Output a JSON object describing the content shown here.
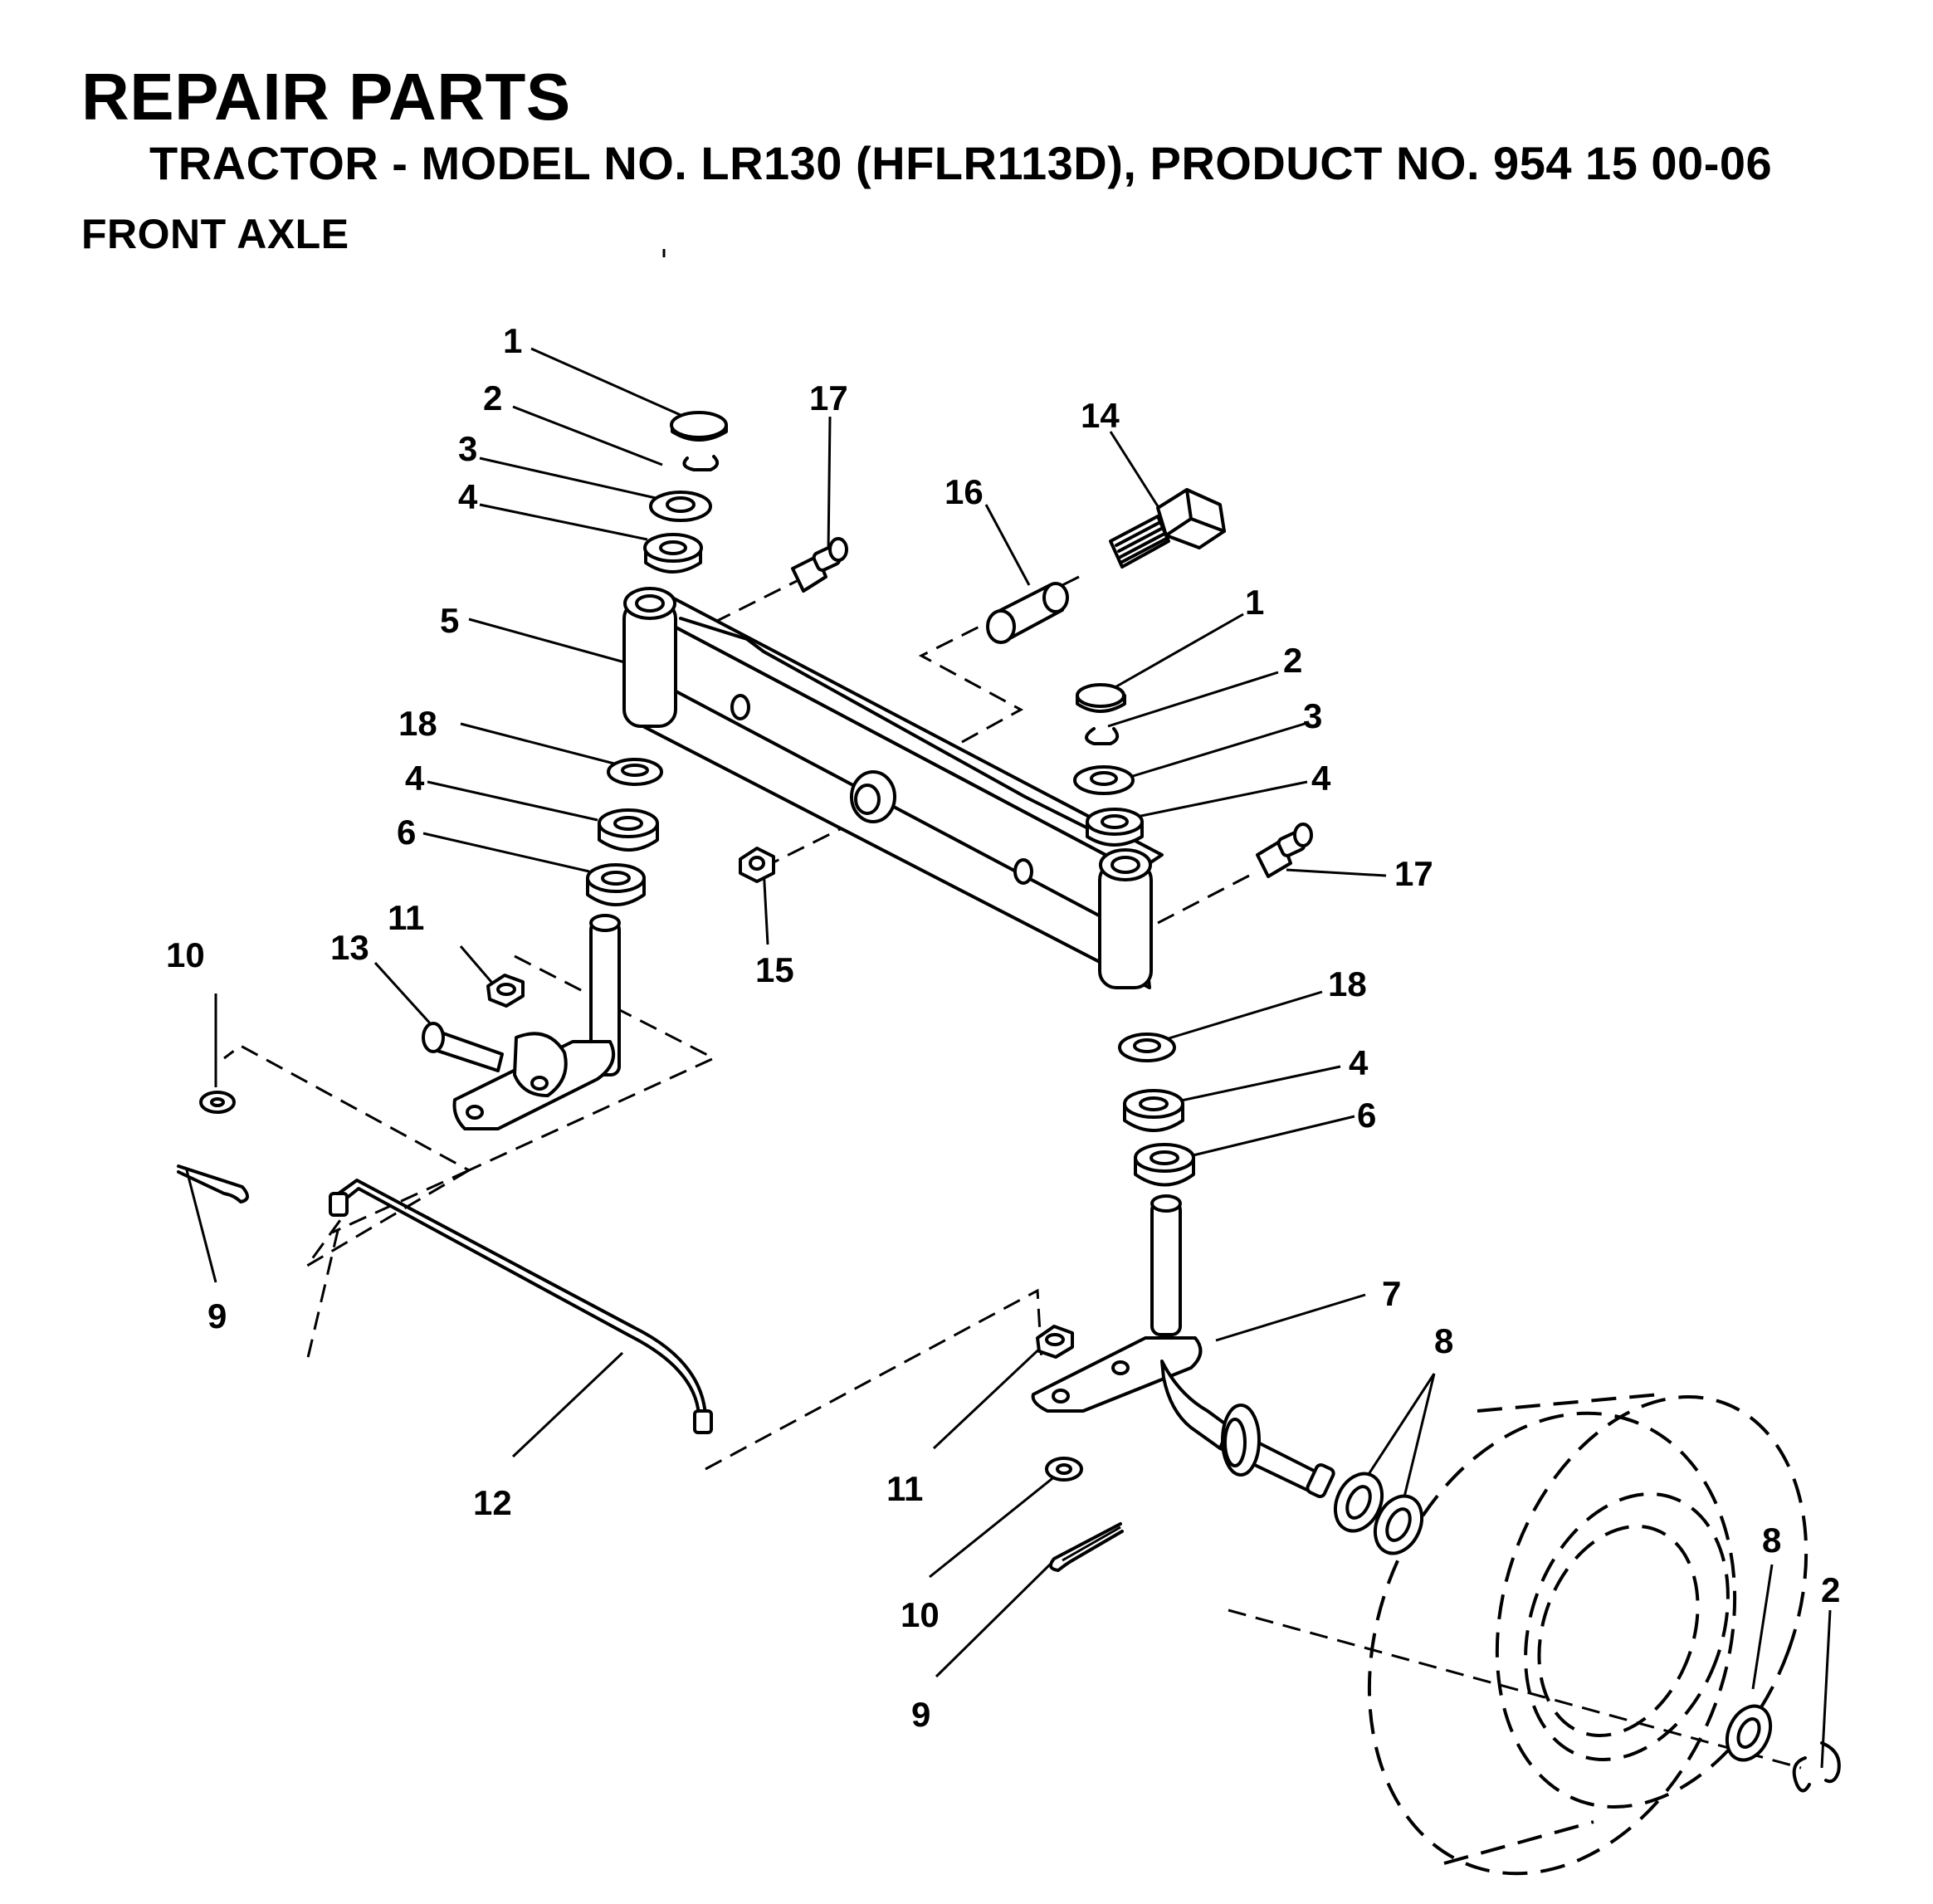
{
  "header": {
    "title": "REPAIR PARTS",
    "subtitle": "TRACTOR - MODEL NO. LR130 (HFLR113D), PRODUCT NO. 954 15 00-06",
    "section": "FRONT AXLE"
  },
  "callouts": [
    "1",
    "2",
    "3",
    "4",
    "5",
    "18",
    "4",
    "6",
    "17",
    "16",
    "14",
    "1",
    "2",
    "3",
    "4",
    "17",
    "15",
    "10",
    "13",
    "11",
    "9",
    "18",
    "4",
    "6",
    "7",
    "8",
    "12",
    "11",
    "10",
    "9",
    "8",
    "2"
  ]
}
